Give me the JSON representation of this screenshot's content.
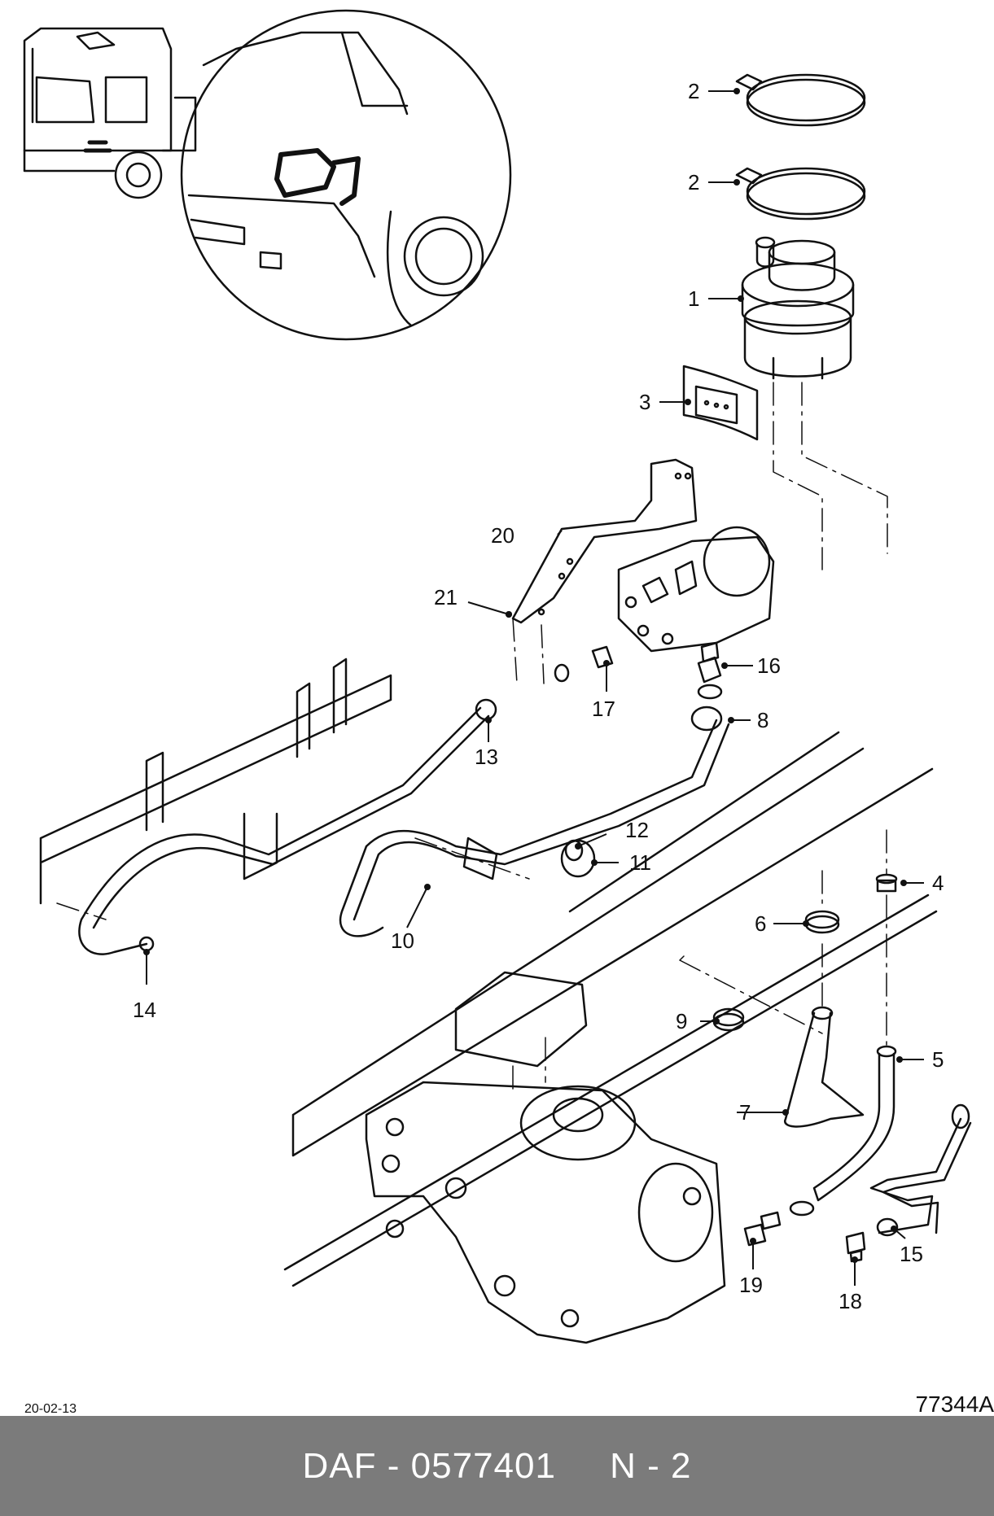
{
  "callouts": [
    "1",
    "2",
    "2",
    "3",
    "4",
    "5",
    "6",
    "7",
    "8",
    "9",
    "10",
    "11",
    "12",
    "13",
    "14",
    "15",
    "16",
    "17",
    "18",
    "19",
    "20",
    "21"
  ],
  "footer": {
    "date": "20-02-13",
    "drawing_code": "77344A"
  },
  "banner": {
    "brand": "DAF",
    "separator": "-",
    "part_number": "0577401",
    "group": "N - 2"
  }
}
